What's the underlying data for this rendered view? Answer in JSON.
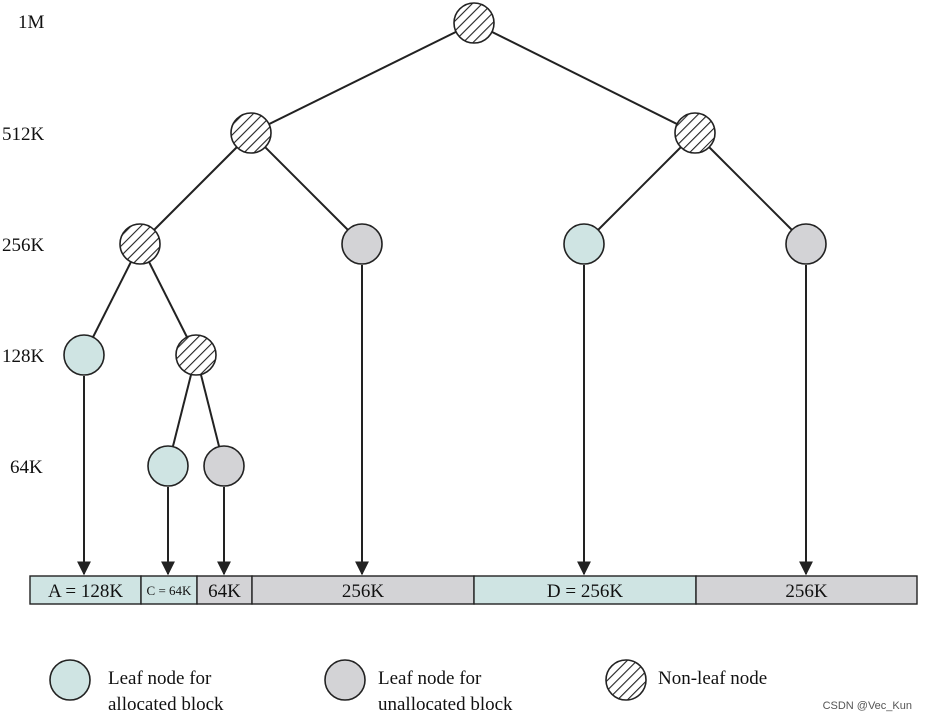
{
  "diagram": {
    "level_labels": [
      "1M",
      "512K",
      "256K",
      "128K",
      "64K"
    ],
    "colors": {
      "allocated": "#cfe4e3",
      "unallocated": "#d3d3d6",
      "stroke": "#222222"
    },
    "nodes": [
      {
        "id": "root",
        "type": "nonleaf",
        "level": "1M"
      },
      {
        "id": "l512",
        "type": "nonleaf",
        "level": "512K"
      },
      {
        "id": "r512",
        "type": "nonleaf",
        "level": "512K"
      },
      {
        "id": "l256",
        "type": "nonleaf",
        "level": "256K"
      },
      {
        "id": "m256",
        "type": "unallocated",
        "level": "256K"
      },
      {
        "id": "d256",
        "type": "allocated",
        "level": "256K"
      },
      {
        "id": "r256",
        "type": "unallocated",
        "level": "256K"
      },
      {
        "id": "a128",
        "type": "allocated",
        "level": "128K"
      },
      {
        "id": "n128",
        "type": "nonleaf",
        "level": "128K"
      },
      {
        "id": "c64",
        "type": "allocated",
        "level": "64K"
      },
      {
        "id": "u64",
        "type": "unallocated",
        "level": "64K"
      }
    ],
    "blocks": [
      {
        "label": "A = 128K",
        "state": "allocated"
      },
      {
        "label": "C = 64K",
        "state": "allocated"
      },
      {
        "label": "64K",
        "state": "unallocated"
      },
      {
        "label": "256K",
        "state": "unallocated"
      },
      {
        "label": "D = 256K",
        "state": "allocated"
      },
      {
        "label": "256K",
        "state": "unallocated"
      }
    ],
    "legend": {
      "allocated_line1": "Leaf node for",
      "allocated_line2": "allocated block",
      "unallocated_line1": "Leaf node for",
      "unallocated_line2": "unallocated block",
      "nonleaf": "Non-leaf node"
    },
    "watermark": "CSDN @Vec_Kun"
  }
}
